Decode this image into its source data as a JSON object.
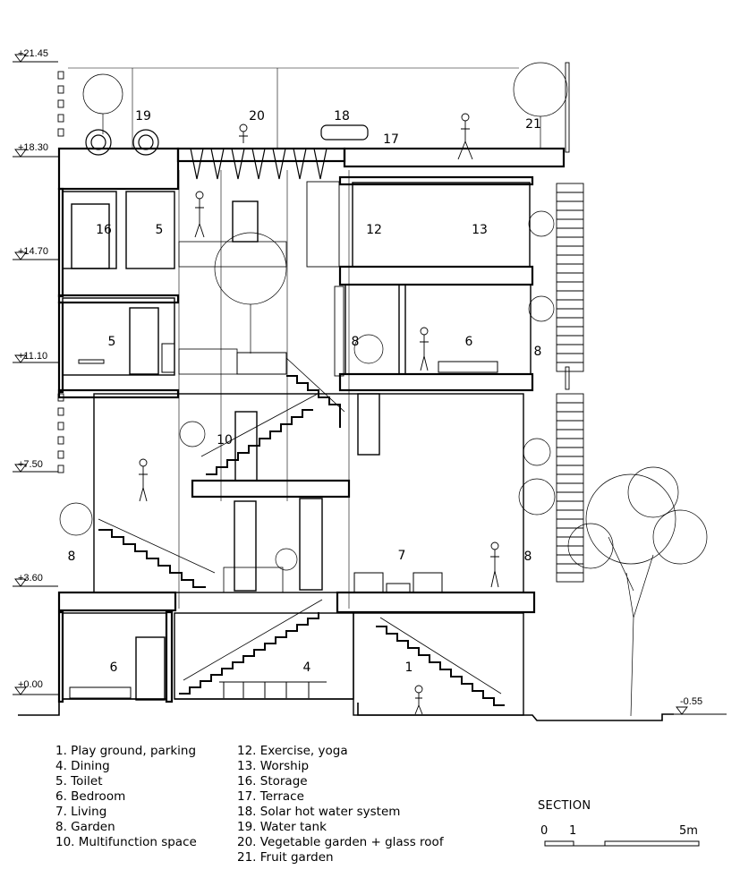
{
  "levels": [
    "+21.45",
    "+18.30",
    "+14.70",
    "+11.10",
    "+7.50",
    "+3.60",
    "+0.00",
    "-0.55"
  ],
  "room_numbers": [
    "19",
    "20",
    "18",
    "17",
    "21",
    "16",
    "5",
    "12",
    "13",
    "5",
    "8",
    "6",
    "8",
    "10",
    "7",
    "8",
    "8",
    "6",
    "4",
    "1"
  ],
  "legend_left": [
    "1. Play ground, parking",
    "4. Dining",
    "5. Toilet",
    "6. Bedroom",
    "7. Living",
    "8. Garden",
    "10. Multifunction space"
  ],
  "legend_right": [
    "12. Exercise, yoga",
    "13. Worship",
    "16. Storage",
    "17. Terrace",
    "18. Solar hot water system",
    "19. Water tank",
    "20. Vegetable garden + glass roof",
    "21. Fruit garden"
  ],
  "title": "SECTION",
  "scale_labels": [
    "0",
    "1",
    "5m"
  ]
}
